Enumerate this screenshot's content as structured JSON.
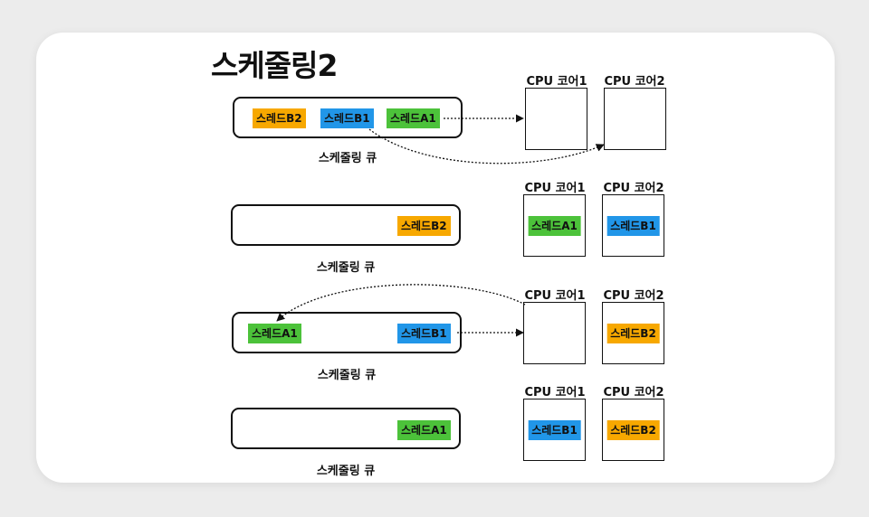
{
  "title": "스케줄링2",
  "queue_label": "스케줄링 큐",
  "core1_label": "CPU 코어1",
  "core2_label": "CPU 코어2",
  "colors": {
    "thread_a1": "#4cc23a",
    "thread_b1": "#2196e8",
    "thread_b2": "#f7a800"
  },
  "rows": [
    {
      "queue": [
        "스레드B2",
        "스레드B1",
        "스레드A1"
      ],
      "core1": "",
      "core2": ""
    },
    {
      "queue": [
        "스레드B2"
      ],
      "core1": "스레드A1",
      "core2": "스레드B1"
    },
    {
      "queue": [
        "스레드A1",
        "스레드B1"
      ],
      "core1": "",
      "core2": "스레드B2"
    },
    {
      "queue": [
        "스레드A1"
      ],
      "core1": "스레드B1",
      "core2": "스레드B2"
    }
  ]
}
